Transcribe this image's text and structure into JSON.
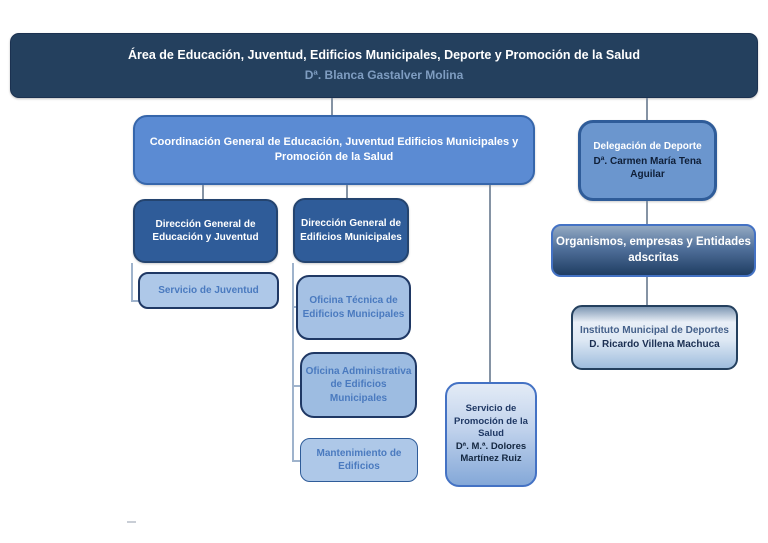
{
  "boxes": {
    "root": {
      "title": "Área de Educación, Juventud, Edificios Municipales, Deporte y Promoción de la Salud",
      "person": "Dª. Blanca Gastalver Molina"
    },
    "coordination": {
      "lines": [
        "Coordinación General de Educación, Juventud Edificios Municipales y",
        "Promoción de la Salud"
      ]
    },
    "delegacion_deporte": {
      "title": "Delegación de Deporte",
      "person_lines": [
        "Dª. Carmen María Tena",
        "Aguilar"
      ]
    },
    "direccion_educacion": {
      "lines": [
        "Dirección General de",
        "Educación y Juventud"
      ]
    },
    "direccion_edificios": {
      "lines": [
        "Dirección General de",
        "Edificios Municipales"
      ]
    },
    "servicio_juventud": {
      "title": "Servicio de Juventud"
    },
    "oficina_tecnica": {
      "lines": [
        "Oficina Técnica de",
        "Edificios Municipales"
      ]
    },
    "oficina_administrativa": {
      "lines": [
        "Oficina Administrativa",
        "de Edificios",
        "Municipales"
      ]
    },
    "mantenimiento": {
      "lines": [
        "Mantenimiento de",
        "Edificios"
      ]
    },
    "servicio_promocion": {
      "title_lines": [
        "Servicio de",
        "Promoción de la",
        "Salud"
      ],
      "person_lines": [
        "Dª. M.ª. Dolores",
        "Martínez Ruiz"
      ]
    },
    "organismos": {
      "lines": [
        "Organismos, empresas y Entidades",
        "adscritas"
      ]
    },
    "instituto_deportes": {
      "title": "Instituto Municipal de Deportes",
      "person": "D. Ricardo Villena Machuca"
    }
  },
  "colors": {
    "banner_bg": "#24405e",
    "banner_subtitle_text": "#7f9dc1",
    "mid_blue_fill": "#5b8bd3",
    "dark_blue_fill": "#2f5c99",
    "delegation_fill": "#6b96ce",
    "light_blue_fill": "#aec8e8",
    "light_blue_fill_2": "#9dbce1",
    "navy_border": "#1f3864",
    "accent_border": "#4472c4",
    "light_box_text": "#4a7abf",
    "gradient_navy_bottom": "#1f3d63",
    "connector_gray": "#8593a4"
  }
}
